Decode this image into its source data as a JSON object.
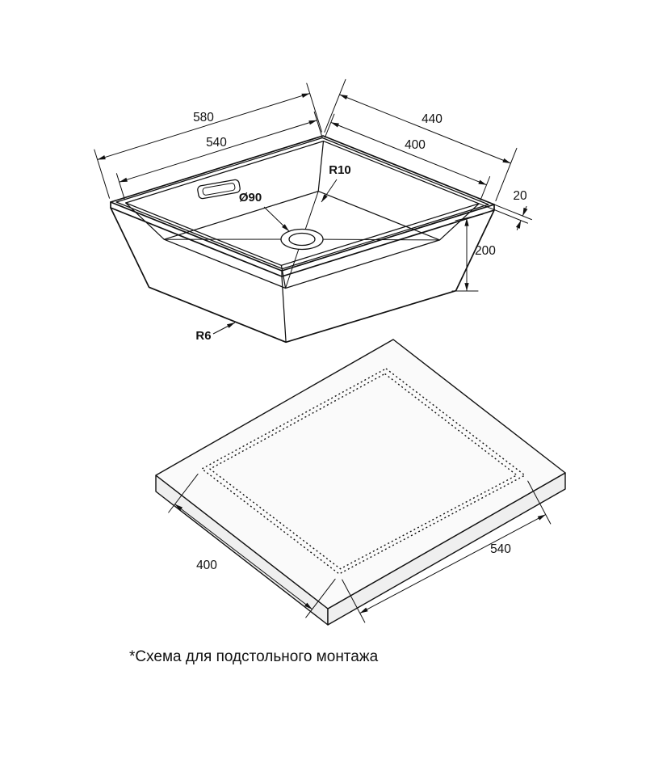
{
  "page": {
    "background": "#ffffff",
    "line_color": "#111111"
  },
  "sink_view": {
    "dims": {
      "outer_width": "580",
      "inner_width": "540",
      "outer_depth": "440",
      "inner_depth": "400",
      "rim_width": "20",
      "bowl_depth": "200"
    },
    "callouts": {
      "corner_radius": "R10",
      "drain_diameter": "Ø90",
      "bottom_radius": "R6"
    }
  },
  "cutout_view": {
    "dims": {
      "width": "400",
      "length": "540"
    }
  },
  "footer": {
    "note": "*Схема для подстольного монтажа"
  }
}
